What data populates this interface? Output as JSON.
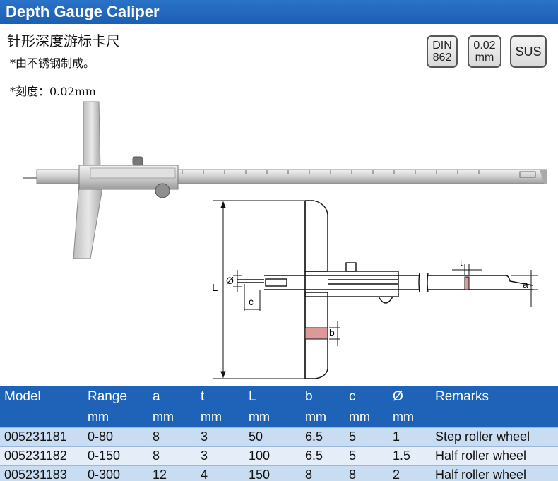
{
  "header": {
    "title": "Depth Gauge Caliper"
  },
  "product": {
    "cn_title": "针形深度游标卡尺",
    "note1": "*由不锈钢制成。",
    "note2": "*刻度：0.02mm"
  },
  "badges": {
    "din_line1": "DIN",
    "din_line2": "862",
    "res_line1": "0.02",
    "res_line2": "mm",
    "sus": "SUS"
  },
  "drawing": {
    "label_L": "L",
    "label_phi": "Ø",
    "label_c": "c",
    "label_b": "b",
    "label_t": "t",
    "label_a": "a"
  },
  "colors": {
    "header_blue": "#1e63b8",
    "row_light": "#c9ddf2",
    "row_pale": "#e5eef8"
  },
  "table": {
    "headers": [
      "Model",
      "Range",
      "a",
      "t",
      "L",
      "b",
      "c",
      "Ø",
      "Remarks"
    ],
    "units": [
      "",
      "mm",
      "mm",
      "mm",
      "mm",
      "mm",
      "mm",
      "mm",
      ""
    ],
    "rows": [
      [
        "005231181",
        "0-80",
        "8",
        "3",
        "50",
        "6.5",
        "5",
        "1",
        "Step roller wheel"
      ],
      [
        "005231182",
        "0-150",
        "8",
        "3",
        "100",
        "6.5",
        "5",
        "1.5",
        "Half roller wheel"
      ],
      [
        "005231183",
        "0-300",
        "12",
        "4",
        "150",
        "8",
        "8",
        "2",
        "Half roller wheel"
      ]
    ]
  }
}
